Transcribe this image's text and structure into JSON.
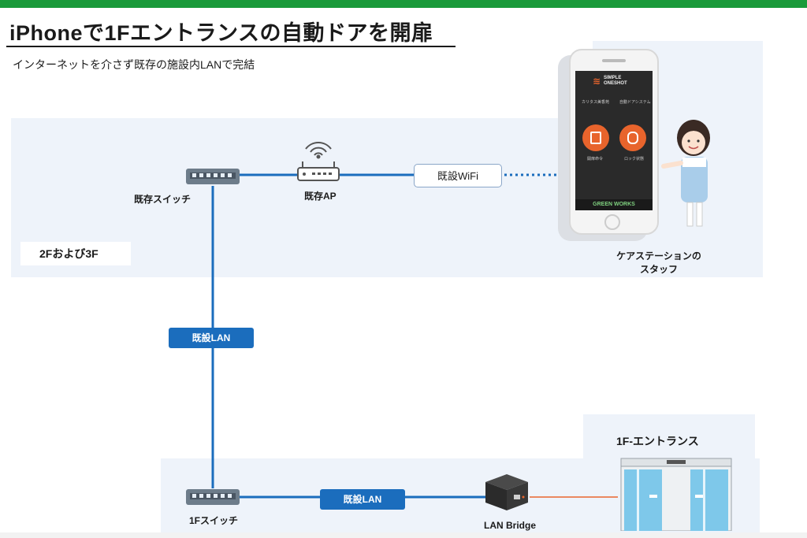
{
  "header": {
    "title": "iPhoneで1Fエントランスの自動ドアを開扉",
    "subtitle": "インターネットを介さず既存の施設内LANで完結"
  },
  "colors": {
    "accent_green": "#1a9a3a",
    "lan_blue": "#1b6dbd",
    "zone_bg": "#eef3fa",
    "phone_accent": "#e8642c"
  },
  "upper_floor": {
    "label": "2Fおよび3F",
    "switch_label": "既存スイッチ",
    "ap_label": "既存AP",
    "wifi_label": "既設WiFi",
    "staff_label_line1": "ケアステーションの",
    "staff_label_line2": "スタッフ"
  },
  "phone_screen": {
    "brand_line1": "SIMPLE",
    "brand_line2": "ONESHOT",
    "top_left": "カリタス美香苑",
    "top_right": "自動ドアシステム",
    "button_left_label": "開扉命令",
    "button_right_label": "ロック状態",
    "footer": "GREEN WORKS"
  },
  "vertical_link_label": "既設LAN",
  "first_floor": {
    "switch_label": "1Fスイッチ",
    "link_label": "既設LAN",
    "bridge_label": "LAN Bridge",
    "entrance_title": "1F-エントランス"
  },
  "icons": [
    "network-switch-icon",
    "wifi-router-icon",
    "smartphone-icon",
    "nurse-icon",
    "lan-bridge-icon",
    "automatic-door-icon"
  ]
}
